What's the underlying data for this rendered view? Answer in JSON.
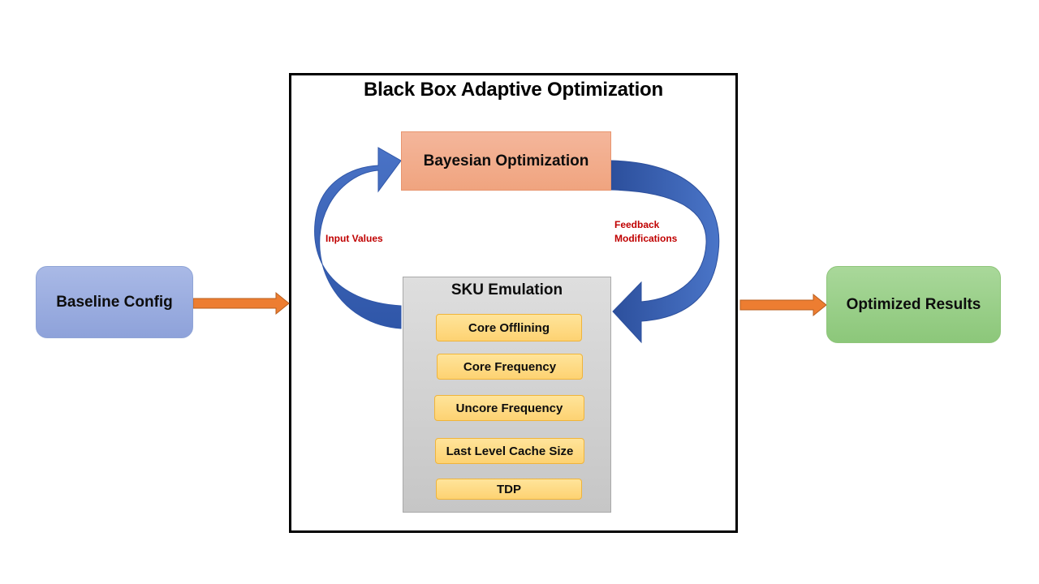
{
  "title": "Black Box Adaptive Optimization",
  "nodes": {
    "baseline": "Baseline Config",
    "optimized": "Optimized Results",
    "bayesian": "Bayesian Optimization",
    "sku": {
      "title": "SKU Emulation",
      "items": [
        "Core Offlining",
        "Core Frequency",
        "Uncore Frequency",
        "Last Level Cache Size",
        "TDP"
      ]
    }
  },
  "edges": {
    "input_label": "Input Values",
    "feedback_label_line1": "Feedback",
    "feedback_label_line2": "Modifications"
  },
  "colors": {
    "baseline_fill": "#8ea2da",
    "optimized_fill": "#8cc77a",
    "bayesian_fill": "#f0a47f",
    "sku_fill": "#c6c6c6",
    "sku_item_fill": "#fdd272",
    "loop_arrow": "#3c63b5",
    "flow_arrow": "#ed7d31",
    "edge_label": "#c00000"
  }
}
